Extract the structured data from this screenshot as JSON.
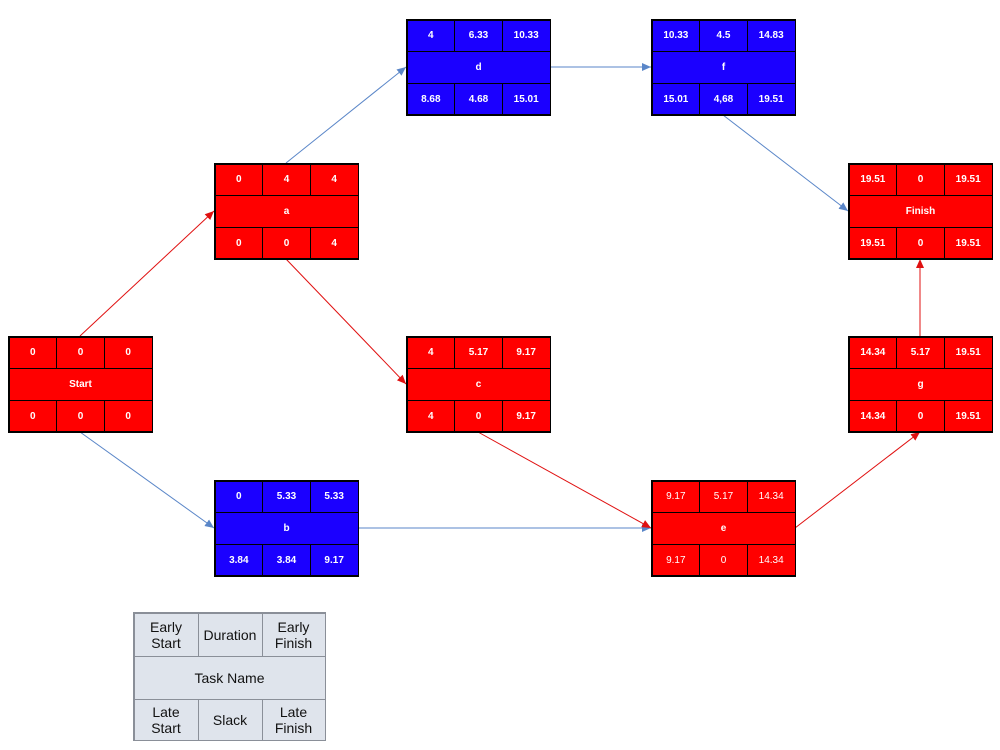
{
  "colors": {
    "critical": "#ff0000",
    "noncritical": "#1b00ff",
    "critical_arrow": "#e01010",
    "noncritical_arrow": "#5a86c8"
  },
  "nodes": {
    "start": {
      "name": "Start",
      "critical": true,
      "es": "0",
      "dur": "0",
      "ef": "0",
      "ls": "0",
      "slack": "0",
      "lf": "0"
    },
    "a": {
      "name": "a",
      "critical": true,
      "es": "0",
      "dur": "4",
      "ef": "4",
      "ls": "0",
      "slack": "0",
      "lf": "4"
    },
    "b": {
      "name": "b",
      "critical": false,
      "es": "0",
      "dur": "5.33",
      "ef": "5.33",
      "ls": "3.84",
      "slack": "3.84",
      "lf": "9.17"
    },
    "c": {
      "name": "c",
      "critical": true,
      "es": "4",
      "dur": "5.17",
      "ef": "9.17",
      "ls": "4",
      "slack": "0",
      "lf": "9.17"
    },
    "d": {
      "name": "d",
      "critical": false,
      "es": "4",
      "dur": "6.33",
      "ef": "10.33",
      "ls": "8.68",
      "slack": "4.68",
      "lf": "15.01"
    },
    "e": {
      "name": "e",
      "critical": true,
      "es": "9.17",
      "dur": "5.17",
      "ef": "14.34",
      "ls": "9.17",
      "slack": "0",
      "lf": "14.34"
    },
    "f": {
      "name": "f",
      "critical": false,
      "es": "10.33",
      "dur": "4.5",
      "ef": "14.83",
      "ls": "15.01",
      "slack": "4,68",
      "lf": "19.51"
    },
    "g": {
      "name": "g",
      "critical": true,
      "es": "14.34",
      "dur": "5.17",
      "ef": "19.51",
      "ls": "14.34",
      "slack": "0",
      "lf": "19.51"
    },
    "finish": {
      "name": "Finish",
      "critical": true,
      "es": "19.51",
      "dur": "0",
      "ef": "19.51",
      "ls": "19.51",
      "slack": "0",
      "lf": "19.51"
    }
  },
  "edges": [
    {
      "from": "start",
      "to": "a",
      "critical": true
    },
    {
      "from": "start",
      "to": "b",
      "critical": false
    },
    {
      "from": "a",
      "to": "d",
      "critical": false
    },
    {
      "from": "a",
      "to": "c",
      "critical": true
    },
    {
      "from": "b",
      "to": "e",
      "critical": false
    },
    {
      "from": "c",
      "to": "e",
      "critical": true
    },
    {
      "from": "d",
      "to": "f",
      "critical": false
    },
    {
      "from": "f",
      "to": "finish",
      "critical": false
    },
    {
      "from": "e",
      "to": "g",
      "critical": true
    },
    {
      "from": "g",
      "to": "finish",
      "critical": true
    }
  ],
  "legend": {
    "early_start": "Early\nStart",
    "duration": "Duration",
    "early_finish": "Early\nFinish",
    "task_name": "Task Name",
    "late_start": "Late\nStart",
    "slack": "Slack",
    "late_finish": "Late\nFinish"
  }
}
